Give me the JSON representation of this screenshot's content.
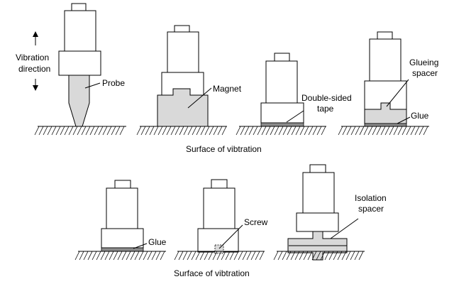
{
  "labels": {
    "vibration_direction_line1": "Vibration",
    "vibration_direction_line2": "direction",
    "probe": "Probe",
    "magnet": "Magnet",
    "double_sided_tape_line1": "Double-sided",
    "double_sided_tape_line2": "tape",
    "glueing_spacer_line1": "Glueing",
    "glueing_spacer_line2": "spacer",
    "glue_top": "Glue",
    "glue_bottom": "Glue",
    "screw": "Screw",
    "isolation_spacer_line1": "Isolation",
    "isolation_spacer_line2": "spacer",
    "caption_top": "Surface of vibtration",
    "caption_bottom": "Surface of vibtration"
  },
  "colors": {
    "stroke": "#000000",
    "fill_light": "#d9d9d9",
    "fill_dark": "#8c8c8c",
    "background": "#ffffff"
  }
}
